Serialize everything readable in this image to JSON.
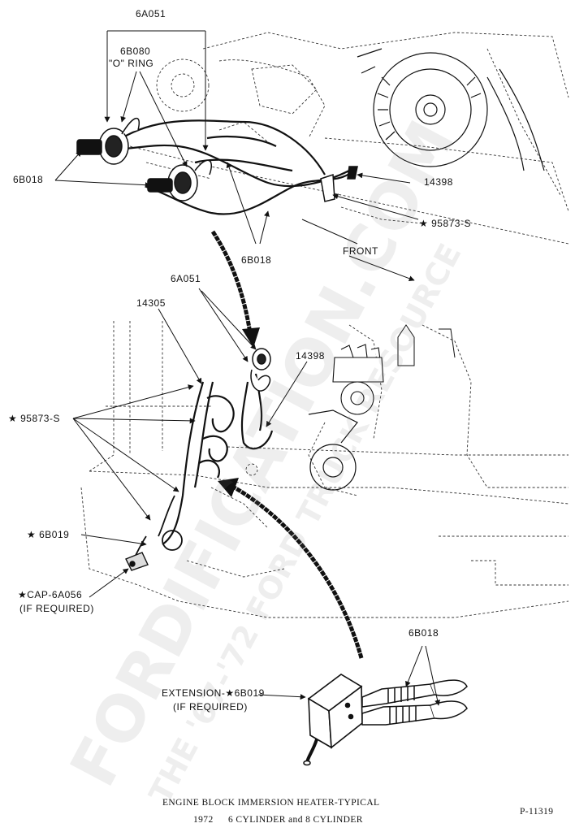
{
  "labels": {
    "6a051_top": "6A051",
    "6b080": "6B080",
    "o_ring": "\"O\" RING",
    "6b018_left": "6B018",
    "14398_top": "14398",
    "95873_top": "★ 95873-S",
    "6b018_mid": "6B018",
    "front": "FRONT",
    "6a051_mid": "6A051",
    "14305": "14305",
    "14398_mid": "14398",
    "95873_left": "★ 95873-S",
    "6b019": "★ 6B019",
    "cap": "★CAP-6A056",
    "cap_if": "(IF REQUIRED)",
    "6b018_bottom": "6B018",
    "extension": "EXTENSION-★6B019",
    "ext_if": "(IF REQUIRED)"
  },
  "caption": {
    "line1": "ENGINE BLOCK IMMERSION HEATER-TYPICAL",
    "line2_year": "1972",
    "line2_rest": "6 CYLINDER and 8 CYLINDER",
    "figure_no": "P-11319"
  },
  "watermark": {
    "main": "FORDIFICATION.COM",
    "sub": "THE '67-'72 FORD TRUCK RESOURCE"
  }
}
